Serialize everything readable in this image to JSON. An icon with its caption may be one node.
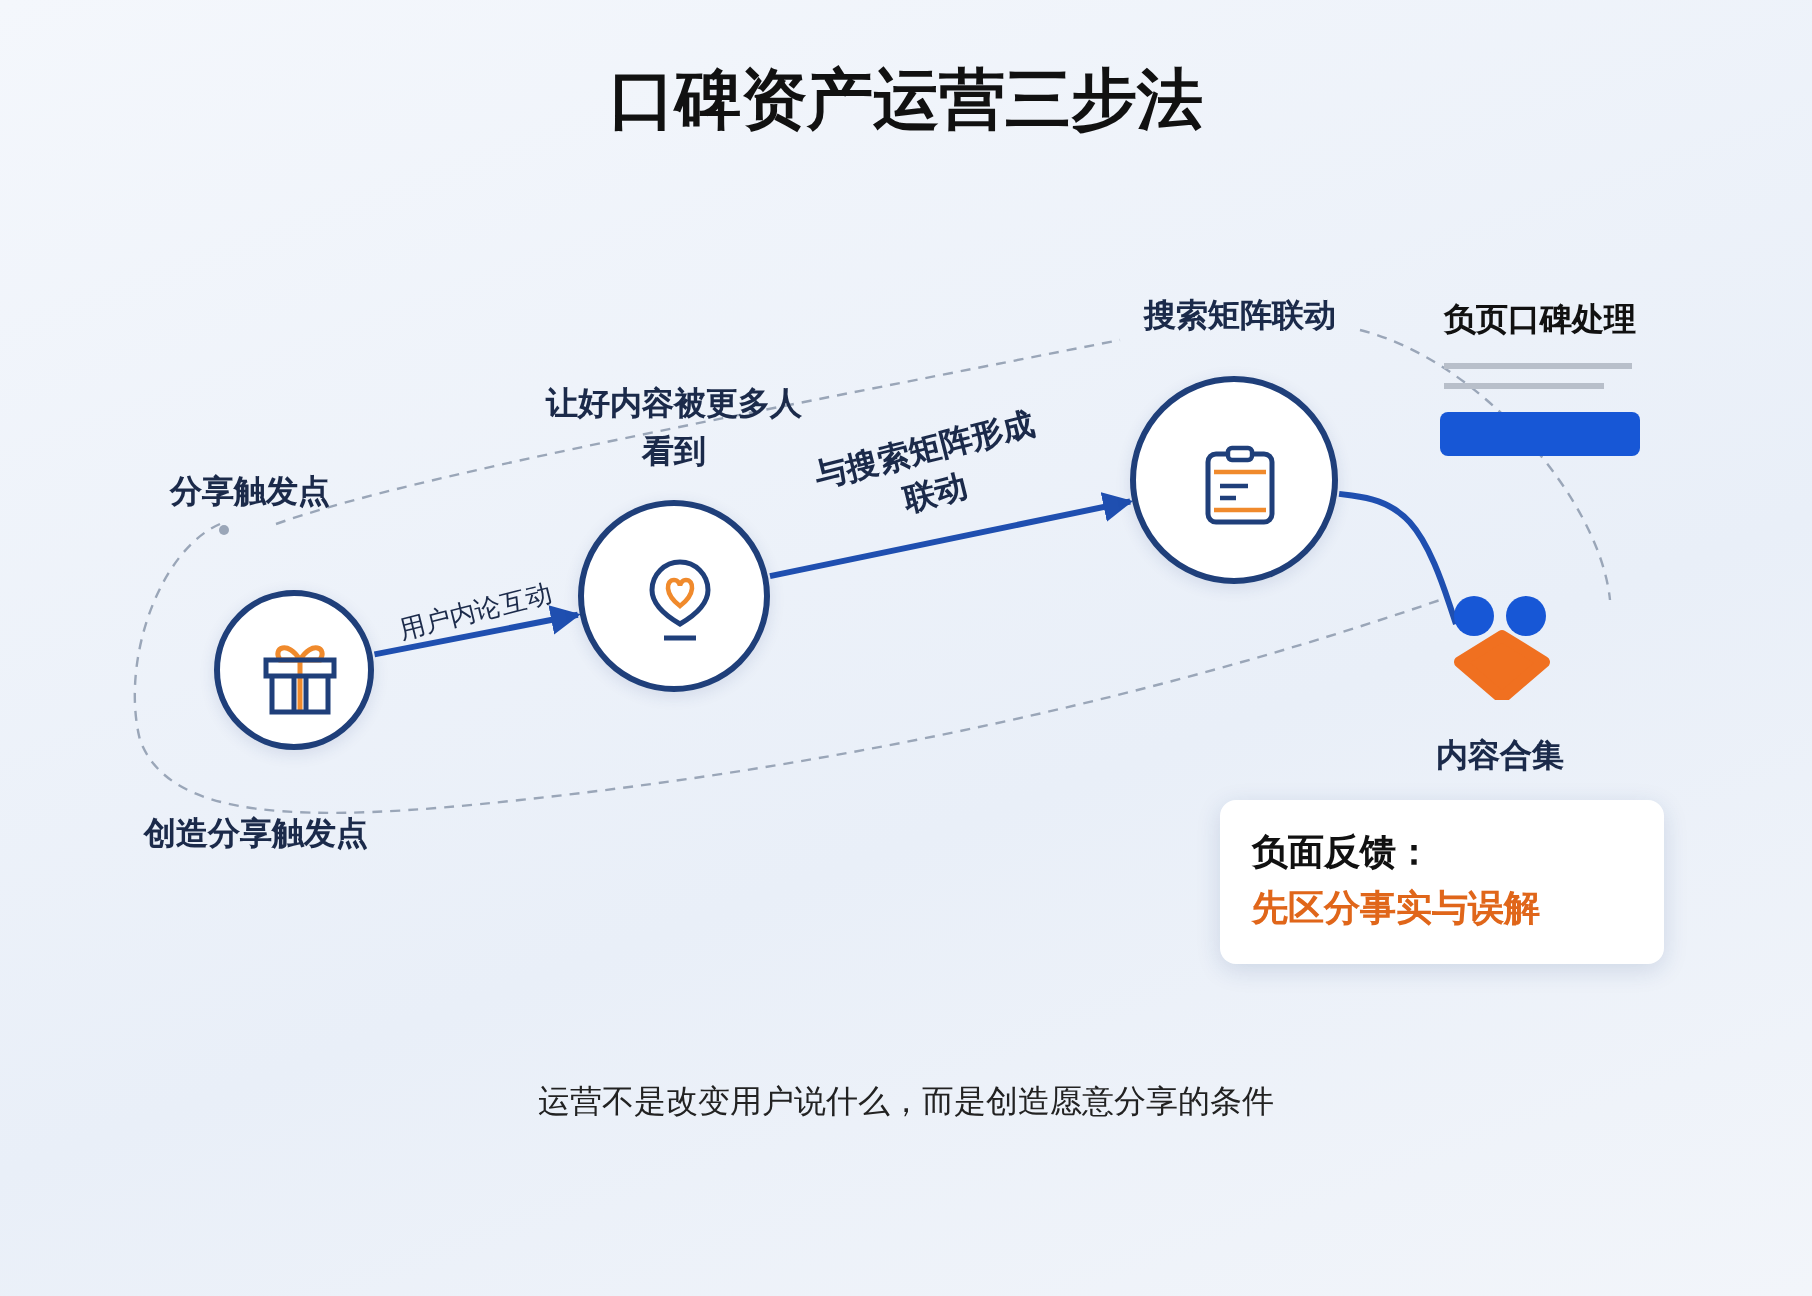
{
  "diagram": {
    "title": "口碑资产运营三步法",
    "caption": "运营不是改变用户说什么，而是创造愿意分享的条件",
    "nodes": [
      {
        "text": [],
        "shape": "circle",
        "beside": [
          "创造分享触发点"
        ]
      },
      {
        "text": [],
        "shape": "circle",
        "beside": [
          "让好内容被更多人看到"
        ]
      },
      {
        "text": [],
        "shape": "circle",
        "beside": [
          "搜索矩阵联动"
        ]
      },
      {
        "text": [
          "负页口碑处理"
        ]
      },
      {
        "text": [
          "内容合集"
        ]
      },
      {
        "text": [
          "负面反馈：",
          "先区分事实与误解"
        ]
      }
    ],
    "edges": [
      {
        "from": 0,
        "to": 1,
        "arrow": "to",
        "label": "用户内论互动"
      },
      {
        "from": 1,
        "to": 2,
        "arrow": "to",
        "label": "与搜索矩阵形成联动"
      },
      {
        "from": 2,
        "to": 4,
        "arrow": "none"
      }
    ],
    "labels": [
      "分享触发点"
    ]
  }
}
